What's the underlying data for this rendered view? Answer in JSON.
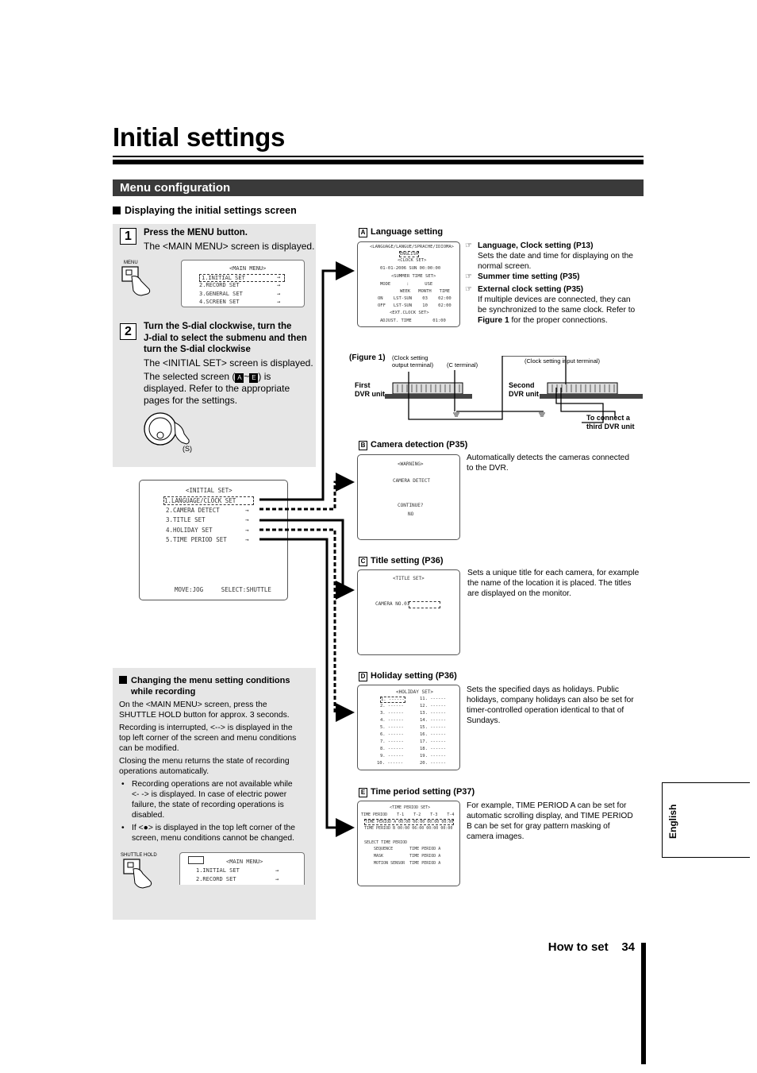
{
  "page": {
    "title": "Initial settings",
    "section": "Menu configuration",
    "subhead": "Displaying the initial settings screen",
    "side_tab": "English",
    "footer_label": "How to set",
    "page_number": "34"
  },
  "step1": {
    "num": "1",
    "head": "Press the MENU button.",
    "text": "The <MAIN MENU> screen is displayed.",
    "button_label": "MENU",
    "screen": [
      "<MAIN MENU>",
      "1.INITIAL SET",
      "2.RECORD SET",
      "3.GENERAL SET",
      "4.SCREEN SET"
    ],
    "arrow": "→"
  },
  "step2": {
    "num": "2",
    "head1": "Turn the S-dial clockwise, turn the",
    "head2": "J-dial to select the submenu and then",
    "head3": "turn the S-dial clockwise",
    "text1": "The <INITIAL SET> screen is displayed.",
    "text2a": "The selected screen (",
    "letterA": "A",
    "tilde": "~",
    "letterE": "E",
    "text2b": ") is",
    "text3": "displayed. Refer to the appropriate",
    "text4": "pages for the settings.",
    "dial_label": "(S)"
  },
  "initial_screen": {
    "title": "<INITIAL SET>",
    "items": [
      "1.LANGUAGE/CLOCK SET",
      "2.CAMERA DETECT",
      "3.TITLE SET",
      "4.HOLIDAY SET",
      "5.TIME PERIOD SET"
    ],
    "footer": "MOVE:JOG     SELECT:SHUTTLE"
  },
  "change_box": {
    "head1": "Changing the menu setting conditions",
    "head2": "while recording",
    "p1": [
      "On the <MAIN MENU> screen, press the",
      "SHUTTLE HOLD button for approx. 3 seconds."
    ],
    "p2": [
      "Recording is interrupted, <--> is displayed in the",
      "top left corner of the screen and menu conditions",
      "can be modified."
    ],
    "p3": [
      "Closing the menu returns the state of recording",
      "operations automatically."
    ],
    "b1": [
      "Recording operations are not available while",
      "<- -> is displayed. In case of electric power",
      "failure, the state of recording operations is",
      "disabled."
    ],
    "b2": [
      "If <●> is displayed in the top left corner of the",
      "screen, menu conditions cannot be changed."
    ],
    "button_label": "SHUTTLE HOLD",
    "screen": [
      "<MAIN MENU>",
      "1.INITIAL SET",
      "2.RECORD SET"
    ]
  },
  "sectionA": {
    "letter": "A",
    "label": "Language setting",
    "screen": [
      "<LANGUAGE/LANGUE/SPRACHE/IDIOMA>",
      "ENGLISH",
      "<CLOCK SET>",
      "01-01-2006 SUN 00:00:00",
      "<SUMMER TIME SET>",
      "MODE      :      USE",
      "WEEK   MONTH   TIME",
      "ON    LST-SUN    03    02:00",
      "OFF   LST-SUN    10    02:00",
      "<EXT.CLOCK SET>",
      "ADJUST. TIME        01:00"
    ],
    "ref1_head": "Language, Clock setting (P13)",
    "ref1_text": [
      "Sets the date and time for displaying on the",
      "normal screen."
    ],
    "ref2_head": "Summer time setting (P35)",
    "ref3_head": "External clock setting (P35)",
    "ref3_text": [
      "If multiple devices are connected, they can",
      "be synchronized to the same clock. Refer to"
    ],
    "ref3_bold": "Figure 1",
    "ref3_tail": " for the proper connections.",
    "mark": "☞"
  },
  "figure1": {
    "label": "(Figure 1)",
    "out_term1": "(Clock setting",
    "out_term2": "output terminal)",
    "c_term": "(C terminal)",
    "in_term": "(Clock setting input terminal)",
    "first1": "First",
    "first2": "DVR unit",
    "second1": "Second",
    "second2": "DVR unit",
    "third1": "To connect a",
    "third2": "third DVR unit"
  },
  "sectionB": {
    "letter": "B",
    "label": "Camera detection (P35)",
    "screen": [
      "<WARNING>",
      "CAMERA DETECT",
      "CONTINUE?",
      "NO"
    ],
    "desc": [
      "Automatically detects the cameras connected",
      "to the DVR."
    ]
  },
  "sectionC": {
    "letter": "C",
    "label": "Title setting (P36)",
    "screen": [
      "<TITLE SET>",
      "CAMERA NO.01"
    ],
    "desc": [
      "Sets a unique title for each camera, for example",
      "the name of the location it is placed. The titles",
      "are displayed on the monitor."
    ]
  },
  "sectionD": {
    "letter": "D",
    "label": "Holiday setting (P36)",
    "screen_title": "<HOLIDAY SET>",
    "left": [
      "1.",
      "2.",
      "3.",
      "4.",
      "5.",
      "6.",
      "7.",
      "8.",
      "9.",
      "10."
    ],
    "right": [
      "11.",
      "12.",
      "13.",
      "14.",
      "15.",
      "16.",
      "17.",
      "18.",
      "19.",
      "20."
    ],
    "dash": "------",
    "desc": [
      "Sets the specified days as holidays. Public",
      "holidays, company holidays can also be set for",
      "timer-controlled operation identical to that of",
      "Sundays."
    ]
  },
  "sectionE": {
    "letter": "E",
    "label": "Time period setting (P37)",
    "screen": [
      "<TIME PERIOD SET>",
      "TIME PERIOD    T-1    T-2    T-3    T-4",
      "TIME PERIOD A 00:00 06:00 00:00 00:00",
      "TIME PERIOD B 00:00 06:00 00:00 00:00",
      "SELECT TIME PERIOD",
      "SEQUENCE       TIME PERIOD A",
      "MASK           TIME PERIOD A",
      "MOTION SENSOR  TIME PERIOD A"
    ],
    "desc": [
      "For example, TIME PERIOD A can be set for",
      "automatic scrolling display, and TIME PERIOD",
      "B can be set for gray pattern masking of",
      "camera images."
    ]
  },
  "colors": {
    "section_bar": "#3a3a3a",
    "gray_panel": "#e6e6e6"
  }
}
